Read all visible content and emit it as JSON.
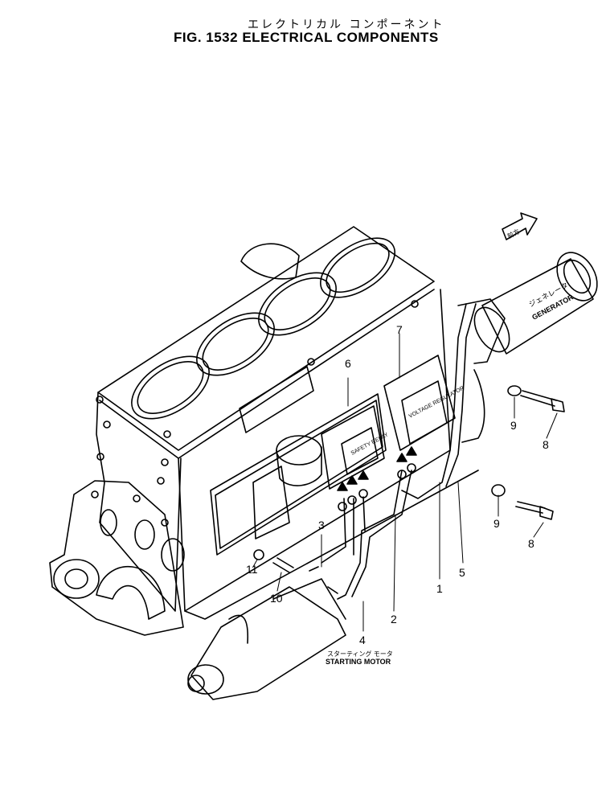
{
  "header": {
    "title_jp": "エレクトリカル コンポーネント",
    "title_en": "FIG. 1532  ELECTRICAL COMPONENTS"
  },
  "callouts": [
    {
      "id": "1",
      "label": "1"
    },
    {
      "id": "2",
      "label": "2"
    },
    {
      "id": "3",
      "label": "3"
    },
    {
      "id": "4",
      "label": "4"
    },
    {
      "id": "5",
      "label": "5"
    },
    {
      "id": "6",
      "label": "6"
    },
    {
      "id": "7",
      "label": "7"
    },
    {
      "id": "8a",
      "label": "8"
    },
    {
      "id": "8b",
      "label": "8"
    },
    {
      "id": "9a",
      "label": "9"
    },
    {
      "id": "9b",
      "label": "9"
    },
    {
      "id": "10",
      "label": "10"
    },
    {
      "id": "11",
      "label": "11"
    }
  ],
  "labels": {
    "generator_jp": "ジェネレータ",
    "generator_en": "GENERATOR",
    "front_arrow": "前方",
    "starting_motor_jp": "スターティング モータ",
    "starting_motor_en": "STARTING MOTOR",
    "safety_relay": "SAFETY RELAY",
    "voltage_regulator": "VOLTAGE REGULATOR"
  }
}
